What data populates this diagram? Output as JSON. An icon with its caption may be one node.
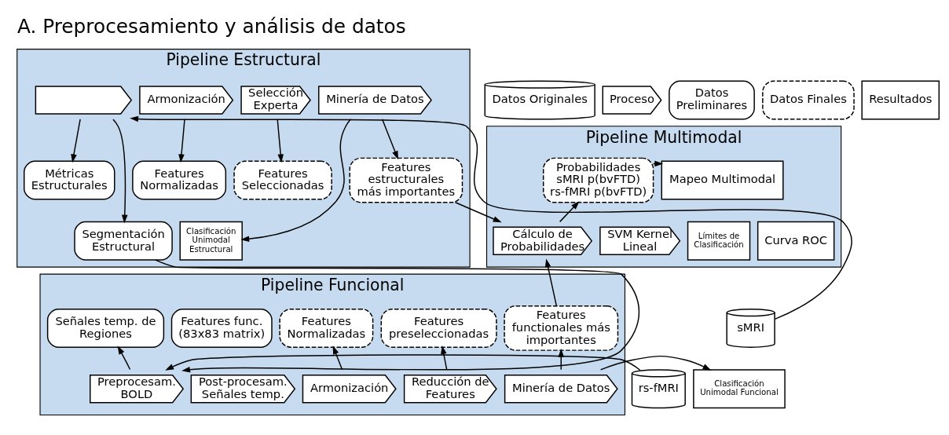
{
  "diagram": {
    "title": "A. Preprocesamiento y análisis de datos",
    "nodes": [
      {
        "text": [
          "Pipeline Estructural"
        ]
      },
      {
        "text": [],
        "shape": "chevron",
        "in": 0
      },
      {
        "text": [
          "Armonización"
        ],
        "in": 0
      },
      {
        "text": [
          "Selección Experta"
        ],
        "in": 0
      },
      {
        "text": [
          "Minería de Datos"
        ],
        "in": 0
      },
      {
        "text": [
          "Métricas Estructurales"
        ],
        "in": 0
      },
      {
        "text": [
          "Features Normalizadas"
        ],
        "in": 0
      },
      {
        "text": [
          "Features Seleccionadas"
        ],
        "in": 0
      },
      {
        "text": [
          "Features estructurales más importantes"
        ],
        "in": 0
      },
      {
        "text": [
          "Segmentación Estructural"
        ],
        "in": 0
      },
      {
        "text": [
          "Clasificación Unimodal Estructural"
        ],
        "in": 0
      },
      {
        "text": [
          "Pipeline Multimodal"
        ]
      },
      {
        "text": [
          "Probabilidades sMRI p(bvFTD) rs-fMRI p(bvFTD)"
        ],
        "in": 11
      },
      {
        "text": [
          "Mapeo Multimodal"
        ],
        "in": 11
      },
      {
        "text": [
          "Cálculo de Probabilidades"
        ],
        "in": 11
      },
      {
        "text": [
          "SVM Kernel Lineal"
        ],
        "in": 11
      },
      {
        "text": [
          "Límites de Clasificación"
        ],
        "in": 11
      },
      {
        "text": [
          "Curva ROC"
        ],
        "in": 11
      },
      {
        "text": [
          "Pipeline Funcional"
        ]
      },
      {
        "text": [
          "Señales temp. de Regiones"
        ],
        "in": 18
      },
      {
        "text": [
          "Features func. (83x83 matrix)"
        ],
        "in": 18
      },
      {
        "text": [
          "Features Normalizadas"
        ],
        "in": 18
      },
      {
        "text": [
          "Features preseleccionadas"
        ],
        "in": 18
      },
      {
        "text": [
          "Features functionales más importantes"
        ],
        "in": 18
      },
      {
        "text": [
          "Preprocesam. BOLD"
        ],
        "in": 18
      },
      {
        "text": [
          "Post-procesam. Señales temp."
        ],
        "in": 18
      },
      {
        "text": [
          "Armonización"
        ],
        "in": 18
      },
      {
        "text": [
          "Reducción de Features"
        ],
        "in": 18
      },
      {
        "text": [
          "Minería de Datos"
        ],
        "in": 18
      },
      {
        "text": [
          "sMRI"
        ]
      },
      {
        "text": [
          "rs-fMRI"
        ]
      },
      {
        "text": [
          "Clasificación Unimodal Funcional"
        ]
      },
      {
        "text": [
          "Datos Originales"
        ]
      },
      {
        "text": [
          "Proceso"
        ]
      },
      {
        "text": [
          "Datos Preliminares"
        ]
      },
      {
        "text": [
          "Datos Finales"
        ]
      },
      {
        "text": [
          "Resultados"
        ]
      }
    ],
    "edges": [
      {
        "from": 29,
        "to": 1,
        "arrow": "to"
      },
      {
        "from": 1,
        "to": 5,
        "arrow": "to"
      },
      {
        "from": 1,
        "to": 9,
        "arrow": "to"
      },
      {
        "from": 2,
        "to": 6,
        "arrow": "to"
      },
      {
        "from": 3,
        "to": 7,
        "arrow": "to"
      },
      {
        "from": 4,
        "to": 8,
        "arrow": "to"
      },
      {
        "from": 4,
        "to": 10,
        "arrow": "to"
      },
      {
        "from": 8,
        "to": 14,
        "arrow": "to"
      },
      {
        "from": 9,
        "to": 24,
        "arrow": "to"
      },
      {
        "from": 30,
        "to": 24,
        "arrow": "to"
      },
      {
        "from": 14,
        "to": 12,
        "arrow": "to"
      },
      {
        "from": 12,
        "to": 13,
        "arrow": "to"
      },
      {
        "from": 23,
        "to": 14,
        "arrow": "to"
      },
      {
        "from": 24,
        "to": 19,
        "arrow": "to"
      },
      {
        "from": 26,
        "to": 21,
        "arrow": "to"
      },
      {
        "from": 27,
        "to": 22,
        "arrow": "to"
      },
      {
        "from": 28,
        "to": 23,
        "arrow": "to"
      },
      {
        "from": 28,
        "to": 31,
        "arrow": "to"
      }
    ]
  }
}
